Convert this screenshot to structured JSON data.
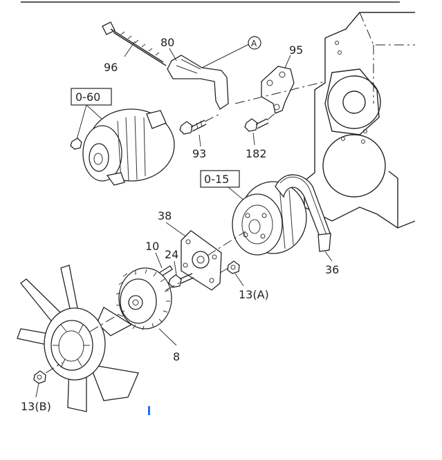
{
  "labels": {
    "p96": "96",
    "p80": "80",
    "pA": "A",
    "p95": "95",
    "ref060": "0-60",
    "p93": "93",
    "p182": "182",
    "ref015": "0-15",
    "p38": "38",
    "p10": "10",
    "p24": "24",
    "p13A": "13(A)",
    "p36": "36",
    "p8": "8",
    "p13B": "13(B)"
  },
  "colors": {
    "line": "#222222",
    "marker": "#1a73e8"
  }
}
